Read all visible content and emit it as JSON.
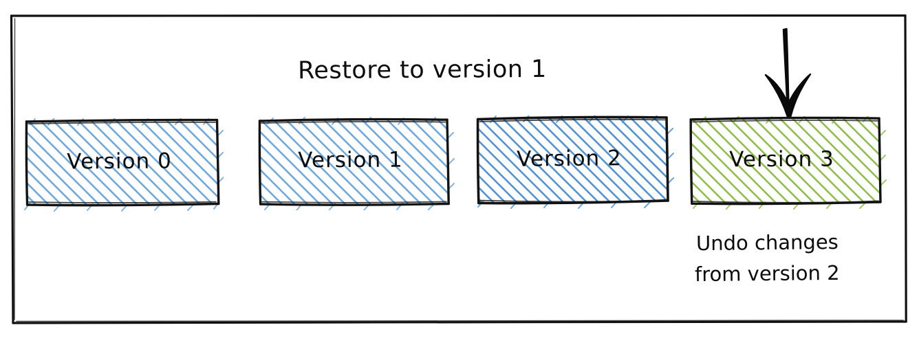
{
  "diagram": {
    "title": "Restore to version 1",
    "frame": {
      "name": "outer-border",
      "stroke_color": "#111111"
    },
    "arrow": {
      "name": "down-arrow",
      "direction": "down",
      "color": "#0a0a0a",
      "points_to": "Version 3"
    },
    "boxes": [
      {
        "label": "Version 0",
        "fill_style": "diagonal-hatch",
        "hatch_color": "#6ea8dc",
        "border_color": "#121212"
      },
      {
        "label": "Version 1",
        "fill_style": "diagonal-hatch",
        "hatch_color": "#6ea8dc",
        "border_color": "#121212"
      },
      {
        "label": "Version 2",
        "fill_style": "diagonal-hatch",
        "hatch_color": "#4f93d6",
        "border_color": "#121212"
      },
      {
        "label": "Version 3",
        "fill_style": "diagonal-hatch",
        "hatch_color": "#8fbf4a",
        "border_color": "#121212"
      }
    ],
    "caption": {
      "line1": "Undo changes",
      "line2": "from version 2"
    }
  }
}
